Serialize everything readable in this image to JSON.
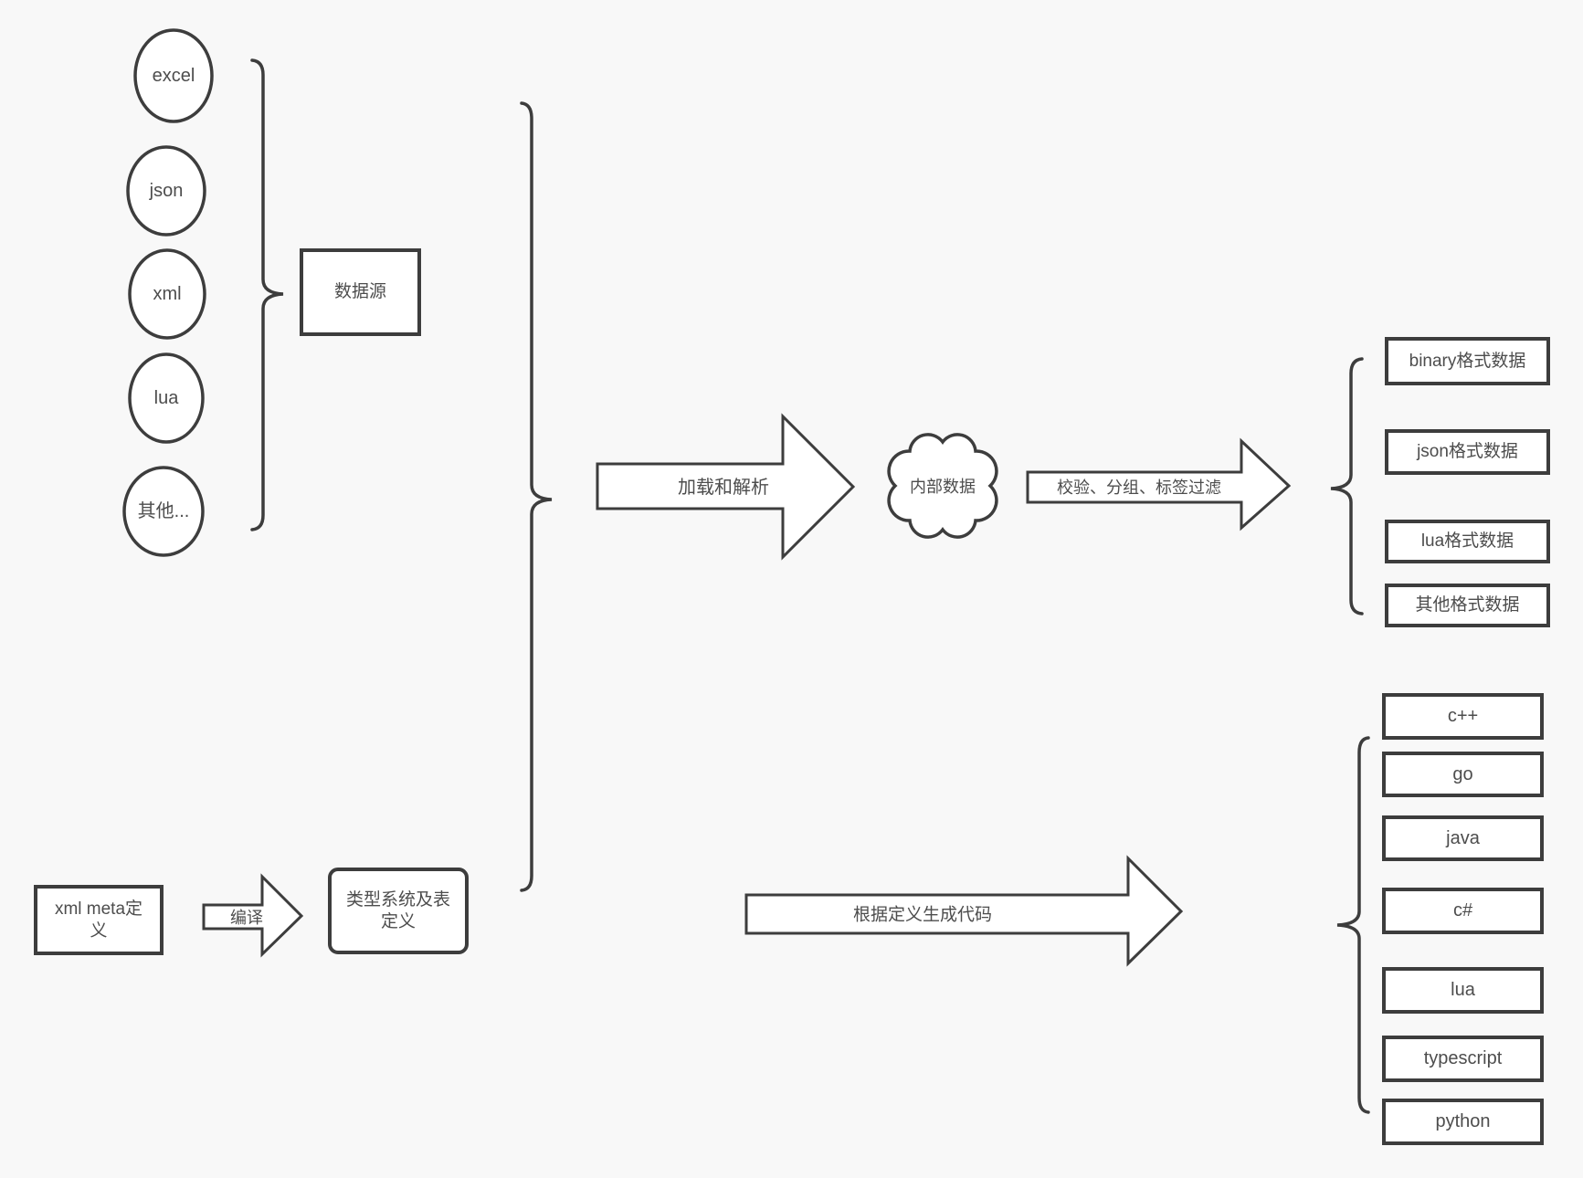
{
  "canvas": {
    "background_color": "#f8f8f8",
    "stroke_color": "#3d3d3d",
    "text_color": "#4d4d4d"
  },
  "sources": {
    "items": [
      "excel",
      "json",
      "xml",
      "lua",
      "其他..."
    ],
    "group_label": "数据源"
  },
  "pipeline": {
    "load_arrow_label": "加载和解析",
    "internal_data_label": "内部数据",
    "filter_arrow_label": "校验、分组、标签过滤"
  },
  "formats": {
    "items": [
      "binary格式数据",
      "json格式数据",
      "lua格式数据",
      "其他格式数据"
    ]
  },
  "meta": {
    "xml_meta_label": "xml meta定义",
    "compile_arrow_label": "编译",
    "type_system_label": "类型系统及表定义",
    "generate_arrow_label": "根据定义生成代码"
  },
  "languages": {
    "items": [
      "c++",
      "go",
      "java",
      "c#",
      "lua",
      "typescript",
      "python"
    ]
  }
}
